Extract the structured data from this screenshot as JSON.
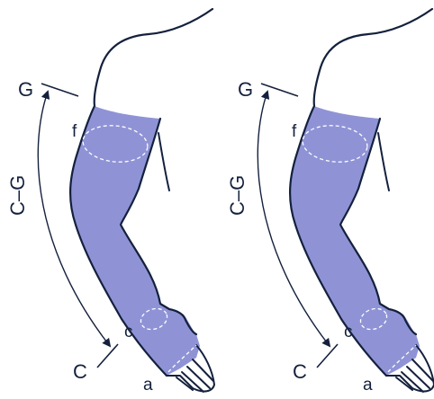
{
  "colors": {
    "ink": "#14213d",
    "sleeve": "#8f93d6",
    "dash": "#ffffff"
  },
  "panels": [
    {
      "labels": {
        "top_point": "G",
        "bottom_point": "C",
        "range": "C–G",
        "upper_circumference": "f",
        "lower_circumference": "c",
        "hand_point": "a"
      }
    },
    {
      "labels": {
        "top_point": "G",
        "bottom_point": "C",
        "range": "C–G",
        "upper_circumference": "f",
        "lower_circumference": "c",
        "hand_point": "a"
      }
    }
  ]
}
